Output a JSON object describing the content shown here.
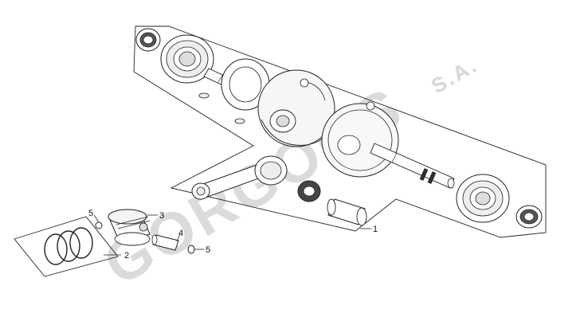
{
  "watermark": {
    "brand": "GORGOOS",
    "suffix": "S.A."
  },
  "callouts": [
    {
      "id": "callout-1",
      "label": "1"
    },
    {
      "id": "callout-2",
      "label": "2"
    },
    {
      "id": "callout-3",
      "label": "3"
    },
    {
      "id": "callout-4",
      "label": "4"
    },
    {
      "id": "callout-5a",
      "label": "5"
    },
    {
      "id": "callout-5b",
      "label": "5"
    }
  ]
}
